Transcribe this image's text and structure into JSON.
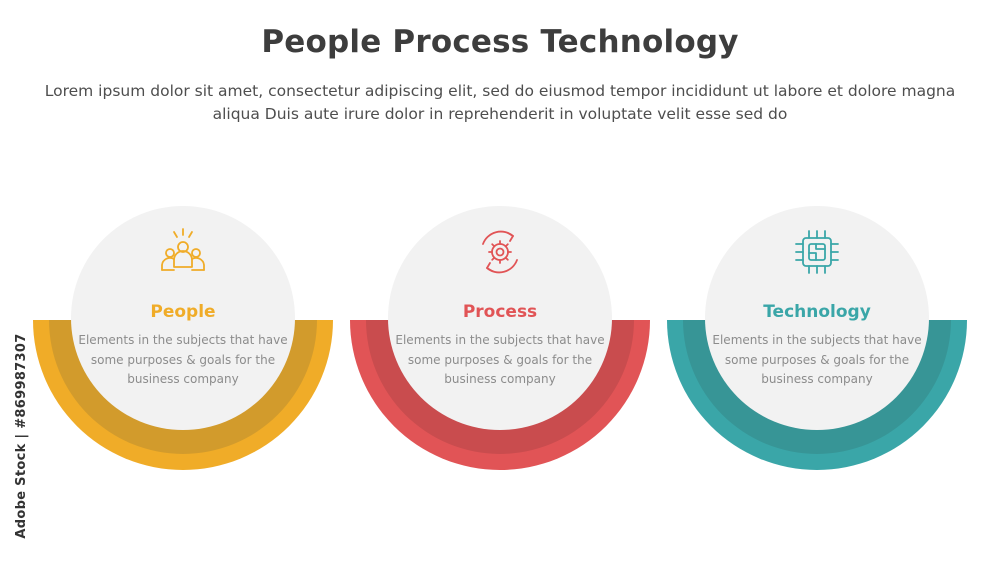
{
  "header": {
    "title": "People Process Technology",
    "subtitle": "Lorem ipsum dolor sit amet, consectetur adipiscing elit, sed do eiusmod tempor incididunt ut labore et dolore magna aliqua Duis aute irure dolor in reprehenderit in voluptate velit esse sed do"
  },
  "side_label": "Adobe Stock | #869987307",
  "cards": [
    {
      "heading": "People",
      "description": "Elements in the subjects that have  some purposes & goals for the  business company",
      "color": "#f0ac28",
      "icon": "people-group-icon"
    },
    {
      "heading": "Process",
      "description": "Elements in the subjects that have  some purposes & goals for the  business company",
      "color": "#e15456",
      "icon": "gear-cycle-icon"
    },
    {
      "heading": "Technology",
      "description": "Elements in the subjects that have  some purposes & goals for the  business company",
      "color": "#3aa6a8",
      "icon": "chip-icon"
    }
  ],
  "colors": {
    "circle_fill": "#f2f2f2",
    "title_text": "#3d3d3d",
    "body_text": "#8c8c8c"
  }
}
